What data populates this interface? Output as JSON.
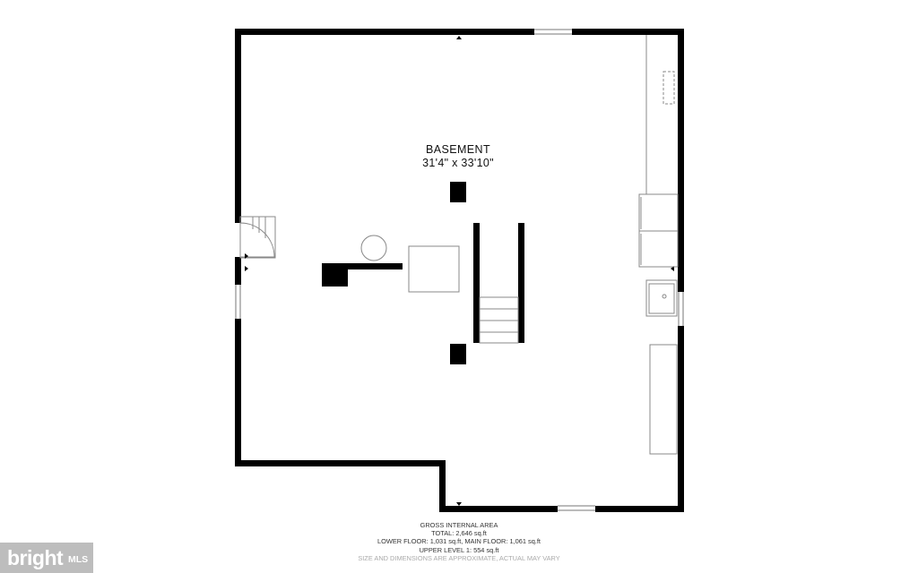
{
  "room": {
    "name": "BASEMENT",
    "dimensions": "31'4\" x 33'10\""
  },
  "area": {
    "heading": "GROSS INTERNAL AREA",
    "total": "TOTAL: 2,646 sq.ft",
    "floors": "LOWER FLOOR: 1,031 sq.ft, MAIN FLOOR: 1,061 sq.ft",
    "upper": "UPPER LEVEL 1: 554 sq.ft",
    "disclaimer": "SIZE AND DIMENSIONS ARE APPROXIMATE, ACTUAL MAY VARY"
  },
  "brand": {
    "name": "bright",
    "mls": "MLS",
    "logo": "bright-mls-logo"
  },
  "colors": {
    "wall": "#000000",
    "fixture_line": "#888888",
    "background": "#ffffff",
    "brand_bg": "#bdbdbd"
  }
}
